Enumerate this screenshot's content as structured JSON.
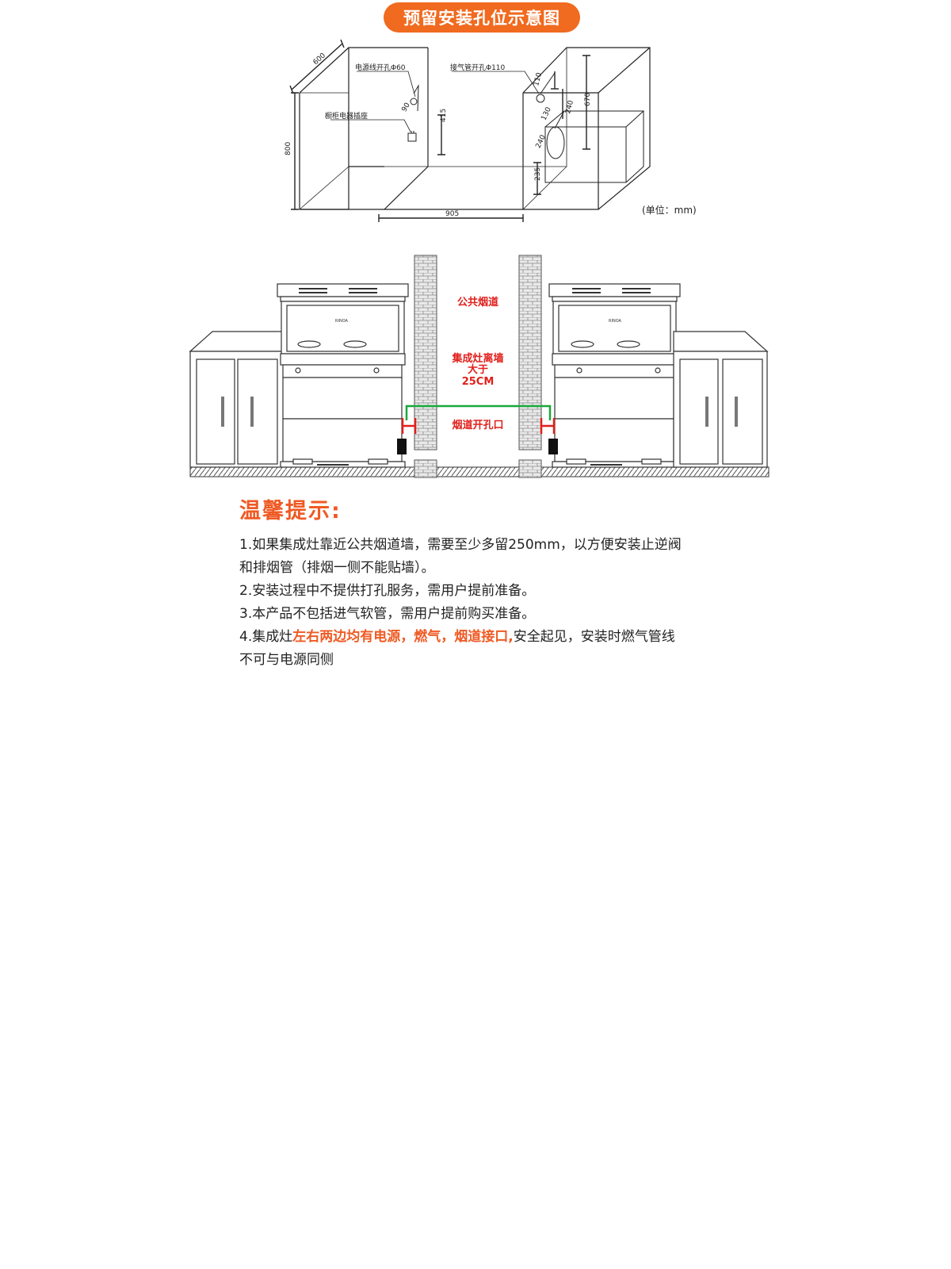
{
  "banner": {
    "title": "预留安装孔位示意图"
  },
  "top_diagram": {
    "dim_depth": "600",
    "dim_height": "800",
    "dim_width": "905",
    "dim_415": "415",
    "dim_90": "90",
    "dim_110": "110",
    "dim_130": "130",
    "dim_240a": "240",
    "dim_240b": "240",
    "dim_670": "670",
    "dim_235": "235",
    "label_power_hole": "电源线开孔Φ60",
    "label_socket": "橱柜电器插座",
    "label_exhaust": "接气管开孔Φ110",
    "unit": "(单位：mm)"
  },
  "bottom_diagram": {
    "public_flue": "公共烟道",
    "distance_line1": "集成灶离墙",
    "distance_line2": "大于",
    "distance_line3": "25CM",
    "flue_opening": "烟道开孔口",
    "brand": "RINOA"
  },
  "tips": {
    "title": "温馨提示:",
    "line1": "1.如果集成灶靠近公共烟道墙，需要至少多留250mm，以方便安装止逆阀",
    "line2": "和排烟管（排烟一侧不能贴墙）。",
    "line3": "2.安装过程中不提供打孔服务，需用户提前准备。",
    "line4": "3.本产品不包括进气软管，需用户提前购买准备。",
    "line5_prefix": "4.集成灶",
    "line5_highlight": "左右两边均有电源，燃气，烟道接口,",
    "line5_suffix": "安全起见，安装时燃气管线",
    "line6": "不可与电源同侧"
  },
  "colors": {
    "accent": "#f06a1f",
    "red_label": "#e0201c",
    "green_line": "#1aa83a"
  }
}
